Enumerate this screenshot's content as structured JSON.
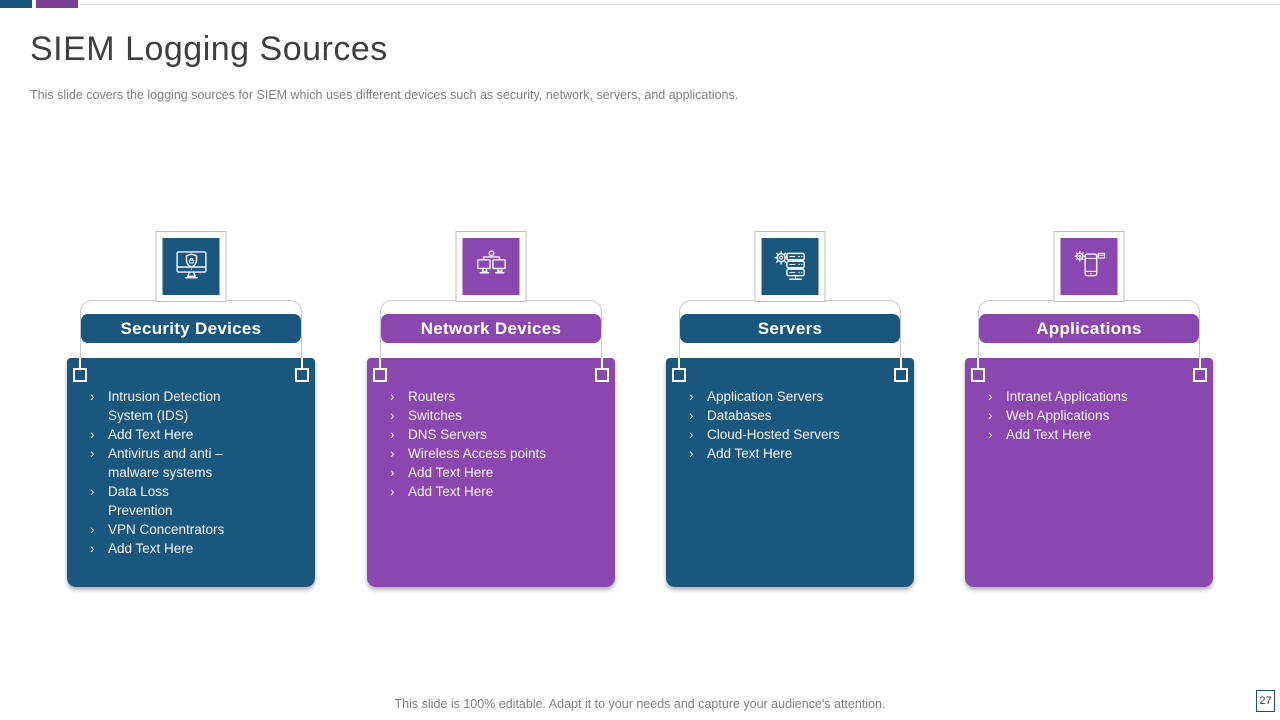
{
  "slide": {
    "title": "SIEM Logging Sources",
    "subtitle": "This slide covers the logging sources for SIEM which uses different devices such as security, network, servers, and applications.",
    "footer": "This slide is 100% editable. Adapt it to your needs and capture your audience's attention.",
    "page_number": "27"
  },
  "theme": {
    "blue": "#1A577F",
    "purple": "#8B47B0",
    "accent_bar_teal": "#15537B",
    "accent_bar_purple": "#7D3E98",
    "title_color": "#3F3F3F",
    "muted_text_color": "#7F7F7F",
    "bullet_char": "›"
  },
  "columns": [
    {
      "title": "Security Devices",
      "color": "blue",
      "icon": "security-monitor-shield-icon",
      "items": [
        "Intrusion  Detection\nSystem (IDS)",
        "Add Text Here",
        "Antivirus  and anti –\nmalware  systems",
        "Data Loss\nPrevention",
        "VPN Concentrators",
        "Add Text Here"
      ]
    },
    {
      "title": "Network Devices",
      "color": "purple",
      "icon": "network-computers-icon",
      "items": [
        "Routers",
        "Switches",
        "DNS Servers",
        "Wireless Access points",
        "Add Text Here",
        "Add Text Here"
      ]
    },
    {
      "title": "Servers",
      "color": "blue",
      "icon": "server-gear-icon",
      "items": [
        "Application Servers",
        "Databases",
        "Cloud-Hosted Servers",
        "Add Text Here"
      ]
    },
    {
      "title": "Applications",
      "color": "purple",
      "icon": "application-device-icon",
      "items": [
        "Intranet  Applications",
        "Web Applications",
        "Add Text Here"
      ]
    }
  ]
}
